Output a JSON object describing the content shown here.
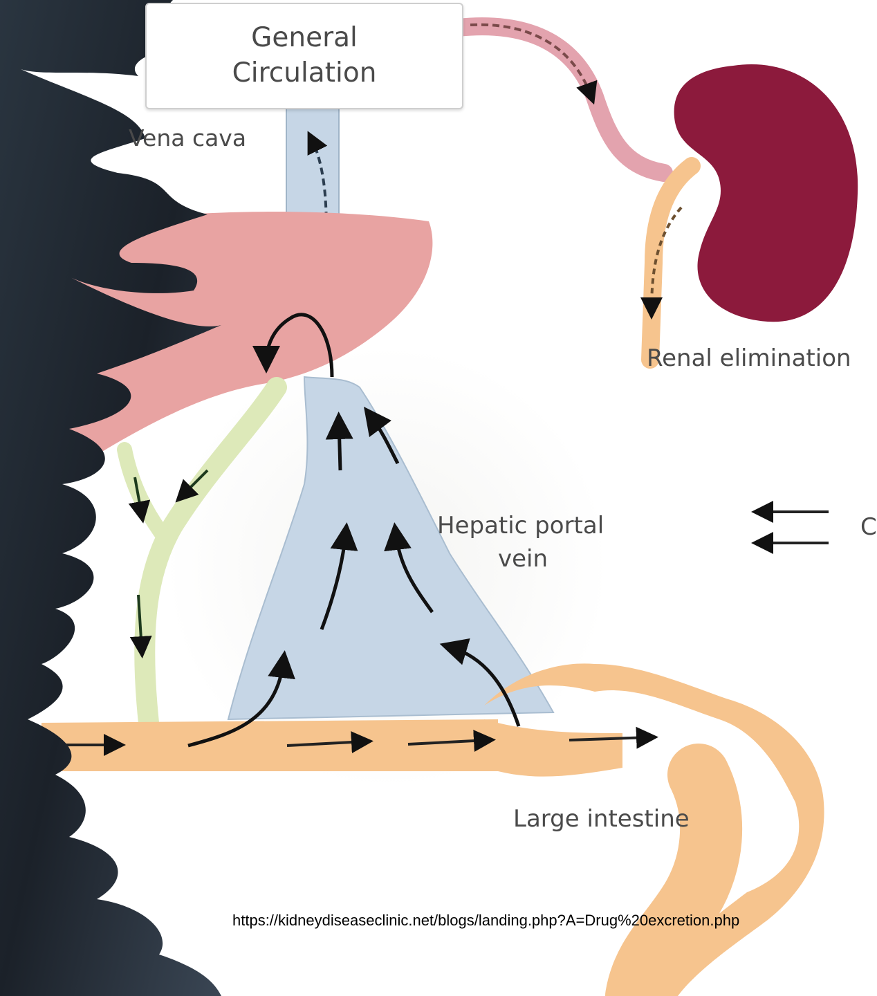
{
  "diagram": {
    "box_title_line1": "General",
    "box_title_line2": "Circulation",
    "vena_cava_label": "Vena cava",
    "renal_label": "Renal elimination",
    "portal_label_line1": "Hepatic portal",
    "portal_label_line2": "vein",
    "intestine_label": "Large intestine",
    "legend_cut_text": "C",
    "source_url": "https://kidneydiseaseclinic.net/blogs/landing.php?A=Drug%20excretion.php"
  },
  "colors": {
    "liver": "#e8a3a2",
    "kidney": "#8c1a3c",
    "vein": "#c6d6e6",
    "intestine": "#f6c48e",
    "bile_duct": "#dde9b9",
    "artery": "#e3a3ae",
    "dark_overlay": "#1e2730"
  }
}
